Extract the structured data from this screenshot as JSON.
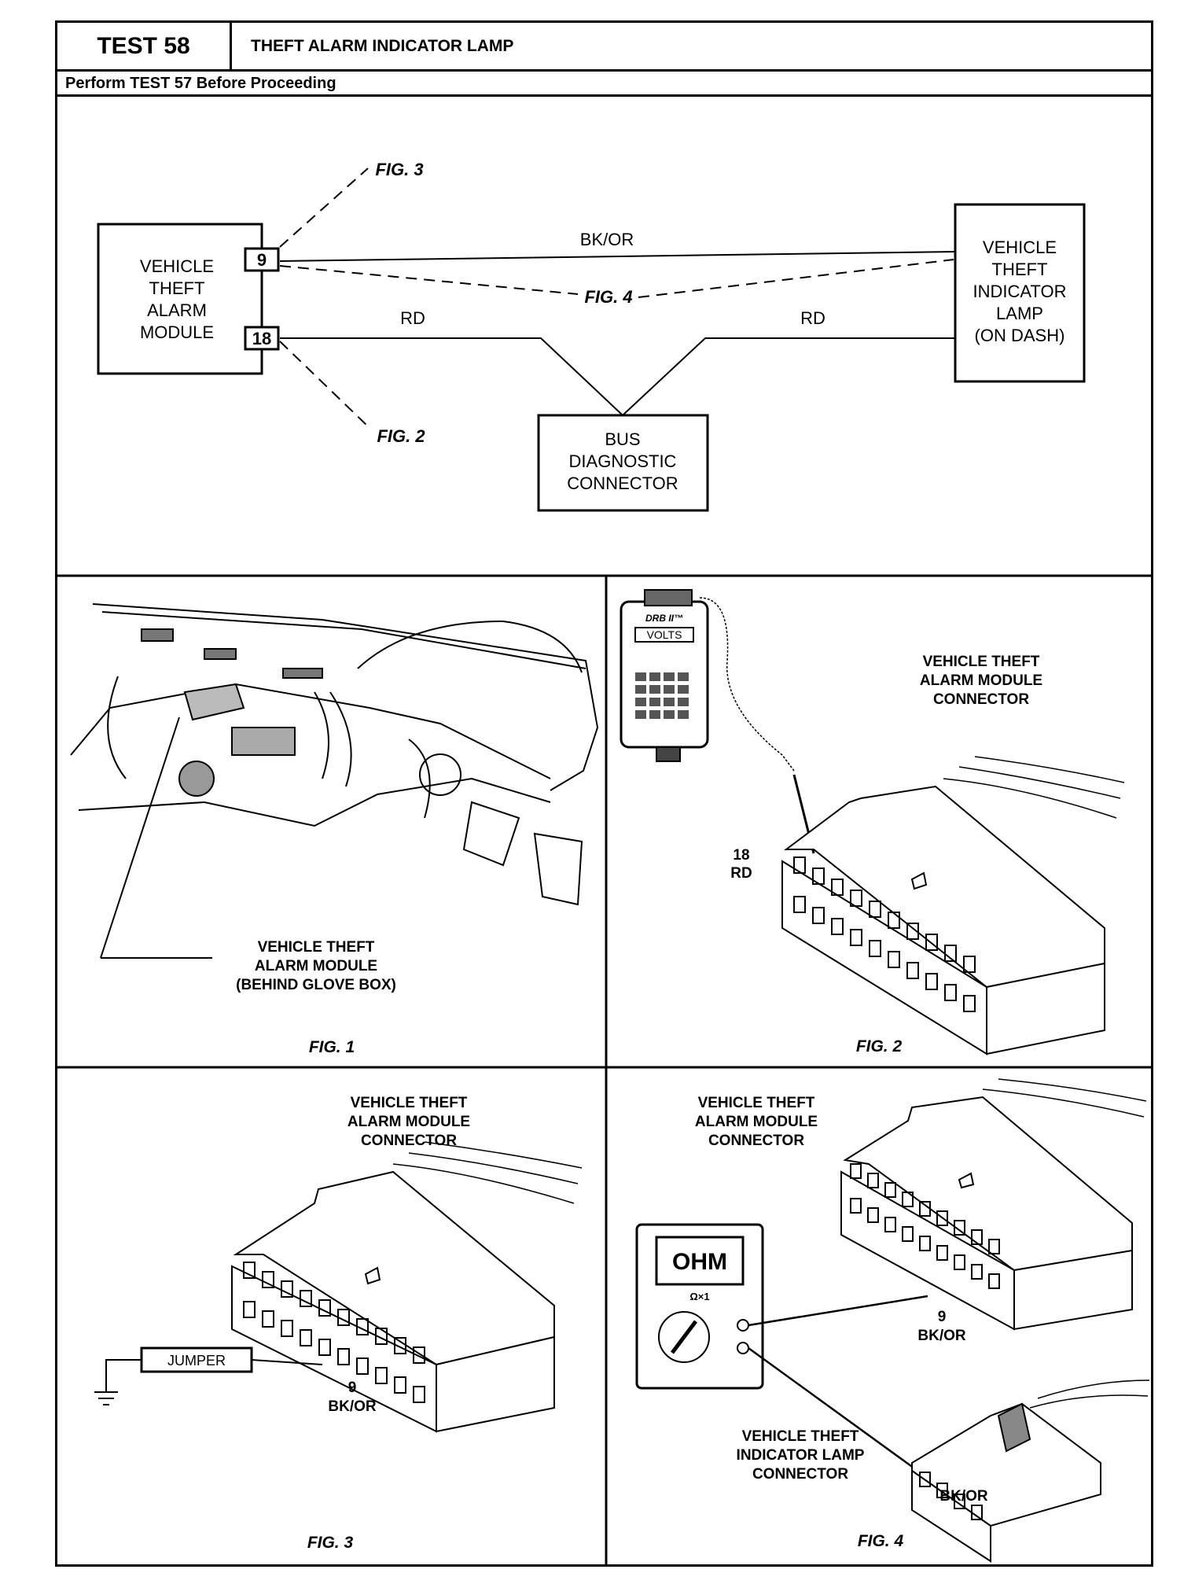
{
  "header": {
    "test_number": "TEST 58",
    "test_title": "THEFT ALARM INDICATOR LAMP",
    "prerequisite": "Perform TEST 57 Before Proceeding"
  },
  "schematic": {
    "module_lines": [
      "VEHICLE",
      "THEFT",
      "ALARM",
      "MODULE"
    ],
    "pin_9": "9",
    "pin_18": "18",
    "lamp_lines": [
      "VEHICLE",
      "THEFT",
      "INDICATOR",
      "LAMP",
      "(ON DASH)"
    ],
    "connector_lines": [
      "BUS",
      "DIAGNOSTIC",
      "CONNECTOR"
    ],
    "wire_bk_or": "BK/OR",
    "wire_rd_left": "RD",
    "wire_rd_right": "RD",
    "ref_fig3": "FIG. 3",
    "ref_fig4": "FIG. 4",
    "ref_fig2": "FIG. 2"
  },
  "fig1": {
    "caption": "FIG. 1",
    "callout_lines": [
      "VEHICLE THEFT",
      "ALARM MODULE",
      "(BEHIND GLOVE BOX)"
    ]
  },
  "fig2": {
    "caption": "FIG. 2",
    "tool_label": "DRB II™",
    "tool_mode": "VOLTS",
    "connector_lines": [
      "VEHICLE THEFT",
      "ALARM MODULE",
      "CONNECTOR"
    ],
    "pin_lines": [
      "18",
      "RD"
    ]
  },
  "fig3": {
    "caption": "FIG. 3",
    "connector_lines": [
      "VEHICLE THEFT",
      "ALARM MODULE",
      "CONNECTOR"
    ],
    "jumper": "JUMPER",
    "pin_lines": [
      "9",
      "BK/OR"
    ]
  },
  "fig4": {
    "caption": "FIG. 4",
    "meter_mode": "OHM",
    "meter_range": "Ω×1",
    "module_connector_lines": [
      "VEHICLE THEFT",
      "ALARM MODULE",
      "CONNECTOR"
    ],
    "pin_lines": [
      "9",
      "BK/OR"
    ],
    "lamp_connector_lines": [
      "VEHICLE THEFT",
      "INDICATOR LAMP",
      "CONNECTOR"
    ],
    "lamp_wire": "BK/OR"
  }
}
